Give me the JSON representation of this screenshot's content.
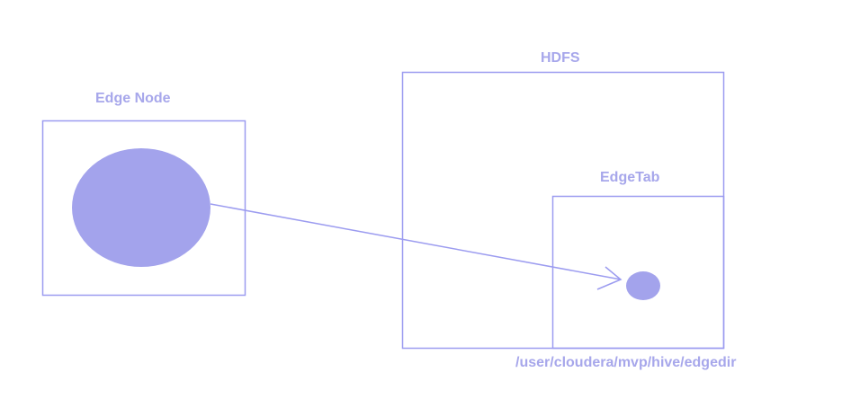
{
  "diagram": {
    "edge_node": {
      "label": "Edge Node"
    },
    "hdfs": {
      "label": "HDFS"
    },
    "edgetab": {
      "label": "EdgeTab"
    },
    "path": {
      "label": "/user/cloudera/mvp/hive/edgedir"
    }
  },
  "colors": {
    "stroke": "#9c9cf0",
    "fill": "#a3a3ec",
    "text": "#a7a7eb"
  }
}
